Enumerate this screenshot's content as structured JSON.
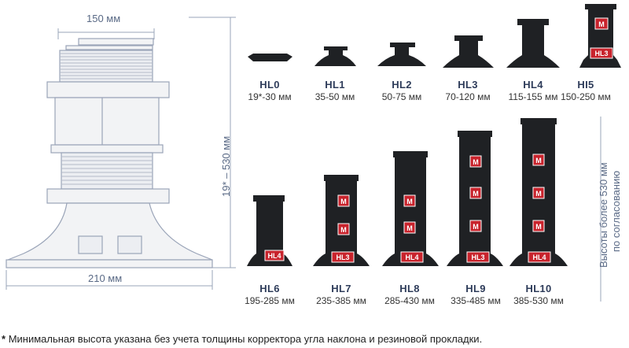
{
  "drawing": {
    "width_label": "150 мм",
    "base_label": "210 мм",
    "height_label": "19* – 530 мм"
  },
  "models_top": [
    {
      "code": "HL0",
      "range": "19*-30 мм"
    },
    {
      "code": "HL1",
      "range": "35-50 мм"
    },
    {
      "code": "HL2",
      "range": "50-75 мм"
    },
    {
      "code": "HL3",
      "range": "70-120 мм"
    },
    {
      "code": "HL4",
      "range": "115-155 мм"
    },
    {
      "code": "HI5",
      "range": "150-250 мм"
    }
  ],
  "models_bottom": [
    {
      "code": "HL6",
      "range": "195-285 мм"
    },
    {
      "code": "HL7",
      "range": "235-385 мм"
    },
    {
      "code": "HL8",
      "range": "285-430 мм"
    },
    {
      "code": "HL9",
      "range": "335-485 мм"
    },
    {
      "code": "HL10",
      "range": "385-530 мм"
    }
  ],
  "badges": {
    "m": "M",
    "hl3": "HL3",
    "hl4": "HL4"
  },
  "side_note": {
    "line1": "Высоты более 530 мм",
    "line2": "по согласованию"
  },
  "footnote": {
    "star": "*",
    "text": "Минимальная высота указана без учета толщины корректора угла наклона и резиновой прокладки."
  },
  "colors": {
    "body": "#1f2124",
    "badge": "#c8232c",
    "line": "#9aa4b8"
  }
}
